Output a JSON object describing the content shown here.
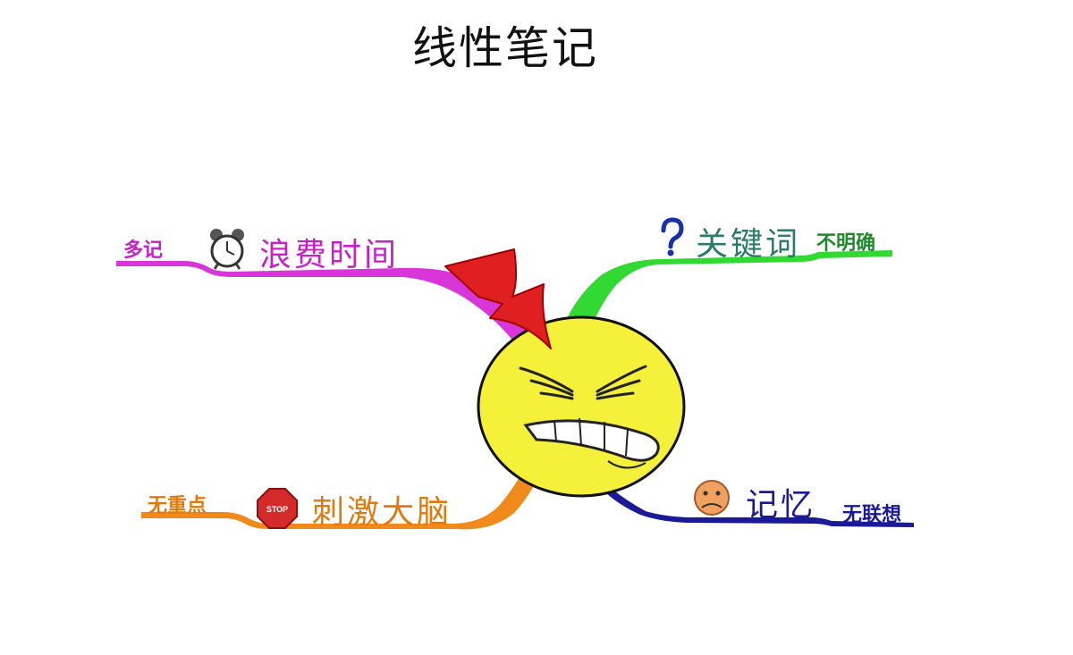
{
  "title": "线性笔记",
  "colors": {
    "magenta": "#d936d9",
    "green": "#33d933",
    "orange": "#f08a1a",
    "blue": "#1a1a99",
    "face": "#f5f03a",
    "bolt": "#e02020"
  },
  "branches": {
    "top_left": {
      "main": "浪费时间",
      "sub": "多记",
      "icon": "alarm-clock-icon"
    },
    "top_right": {
      "main": "关键词",
      "sub": "不明确",
      "icon": "question-mark-icon"
    },
    "bottom_left": {
      "main": "刺激大脑",
      "sub": "无重点",
      "icon": "stop-sign-icon",
      "icon_text": "STOP"
    },
    "bottom_right": {
      "main": "记忆",
      "sub": "无联想",
      "icon": "sad-face-icon"
    }
  },
  "center": {
    "icon": "angry-face-icon"
  }
}
